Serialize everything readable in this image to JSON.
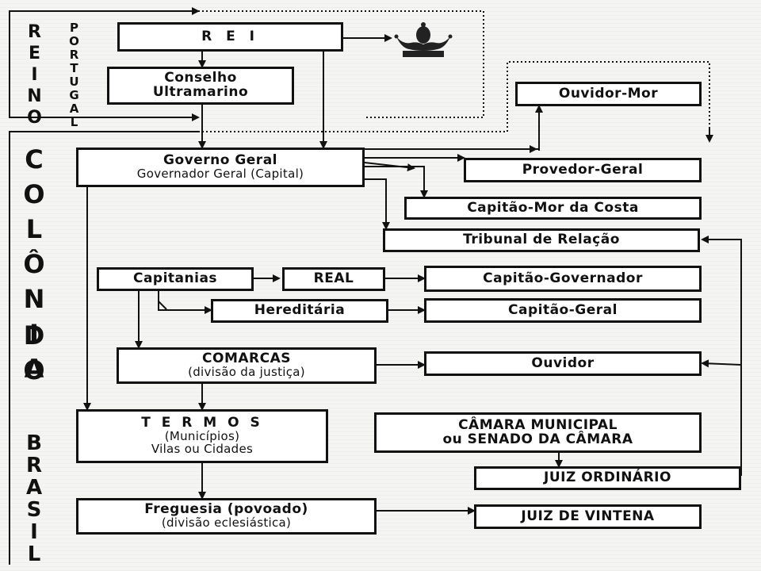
{
  "side_labels": {
    "reino": "REINO",
    "portugal": "PORTUGAL",
    "colonia": "COLÔNIA",
    "do": "DO",
    "brasil": "BRASIL"
  },
  "boxes": {
    "rei": "R E I",
    "conselho_1": "Conselho",
    "conselho_2": "Ultramarino",
    "ouvidor_mor": "Ouvidor-Mor",
    "governo_title": "Governo Geral",
    "governo_sub": "Governador Geral (Capital)",
    "provedor": "Provedor-Geral",
    "capitao_mor": "Capitão-Mor da Costa",
    "tribunal": "Tribunal de Relação",
    "capitanias": "Capitanias",
    "real": "REAL",
    "capitao_governador": "Capitão-Governador",
    "hereditaria": "Hereditária",
    "capitao_geral": "Capitão-Geral",
    "comarcas_title": "COMARCAS",
    "comarcas_sub": "(divisão da justiça)",
    "ouvidor": "Ouvidor",
    "termos_title": "T E R M O S",
    "termos_sub1": "(Municípios)",
    "termos_sub2": "Vilas ou Cidades",
    "camara_1": "CÂMARA MUNICIPAL",
    "camara_2": "ou SENADO DA CÂMARA",
    "juiz_ordinario": "JUIZ ORDINÁRIO",
    "freguesia_title": "Freguesia (povoado)",
    "freguesia_sub": "(divisão eclesiástica)",
    "juiz_vintena": "JUIZ DE VINTENA"
  },
  "icons": {
    "crown": "crown-icon"
  }
}
